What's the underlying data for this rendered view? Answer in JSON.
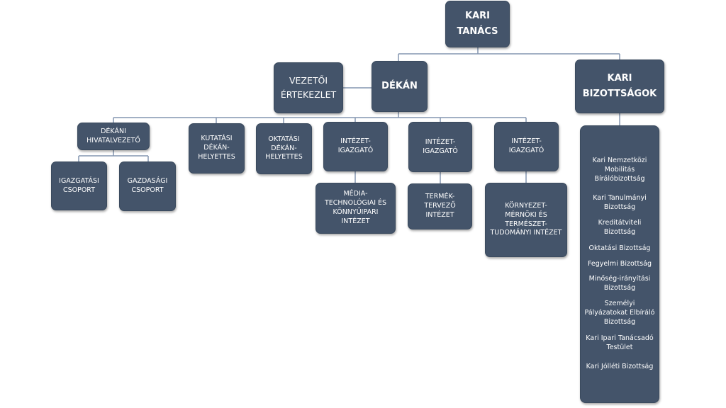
{
  "nodes": {
    "kari_tanacs": "KARI\nTANÁCS",
    "dekan": "DÉKÁN",
    "vezetoi": "VEZETŐI\nÉRTEKEZLET",
    "kari_bizottsagok": "KARI\nBIZOTTSÁGOK",
    "hivatalvezeto": "DÉKÁNI\nHIVATALVEZETŐ",
    "kutatasi": "KUTATÁSI\nDÉKÁN-\nHELYETTES",
    "oktatasi": "OKTATÁSI\nDÉKÁN-\nHELYETTES",
    "igazgato1": "INTÉZET-\nIGAZGATÓ",
    "igazgato2": "INTÉZET-\nIGAZGATÓ",
    "igazgato3": "INTÉZET-\nIGAZGATÓ",
    "igazgatasi": "IGAZGATÁSI\nCSOPORT",
    "gazdasagi": "GAZDASÁGI\nCSOPORT",
    "intezet1": "MÉDIA-\nTECHNOLÓGIAI ÉS\nKÖNNYŰIPARI\nINTÉZET",
    "intezet2": "TERMÉK-\nTERVEZŐ\nINTÉZET",
    "intezet3": "KÖRNYEZET-\nMÉRNÖKI ÉS\nTERMÉSZET-\nTUDOMÁNYI INTÉZET"
  },
  "committees": [
    "Kari Nemzetközi\nMobilitás\nBírálóbizottság",
    "Kari Tanulmányi\nBizottság",
    "Kreditátviteli\nBizottság",
    "Oktatási Bizottság",
    "Fegyelmi Bizottság",
    "Minőség-irányítási\nBizottság",
    "Személyi\nPályázatokat Elbíráló\nBizottság",
    "Kari Ipari Tanácsadó\nTestület",
    "Kari Jólléti Bizottság"
  ],
  "colors": {
    "box": "#44546a",
    "line": "#8496b0",
    "text": "#ffffff"
  }
}
